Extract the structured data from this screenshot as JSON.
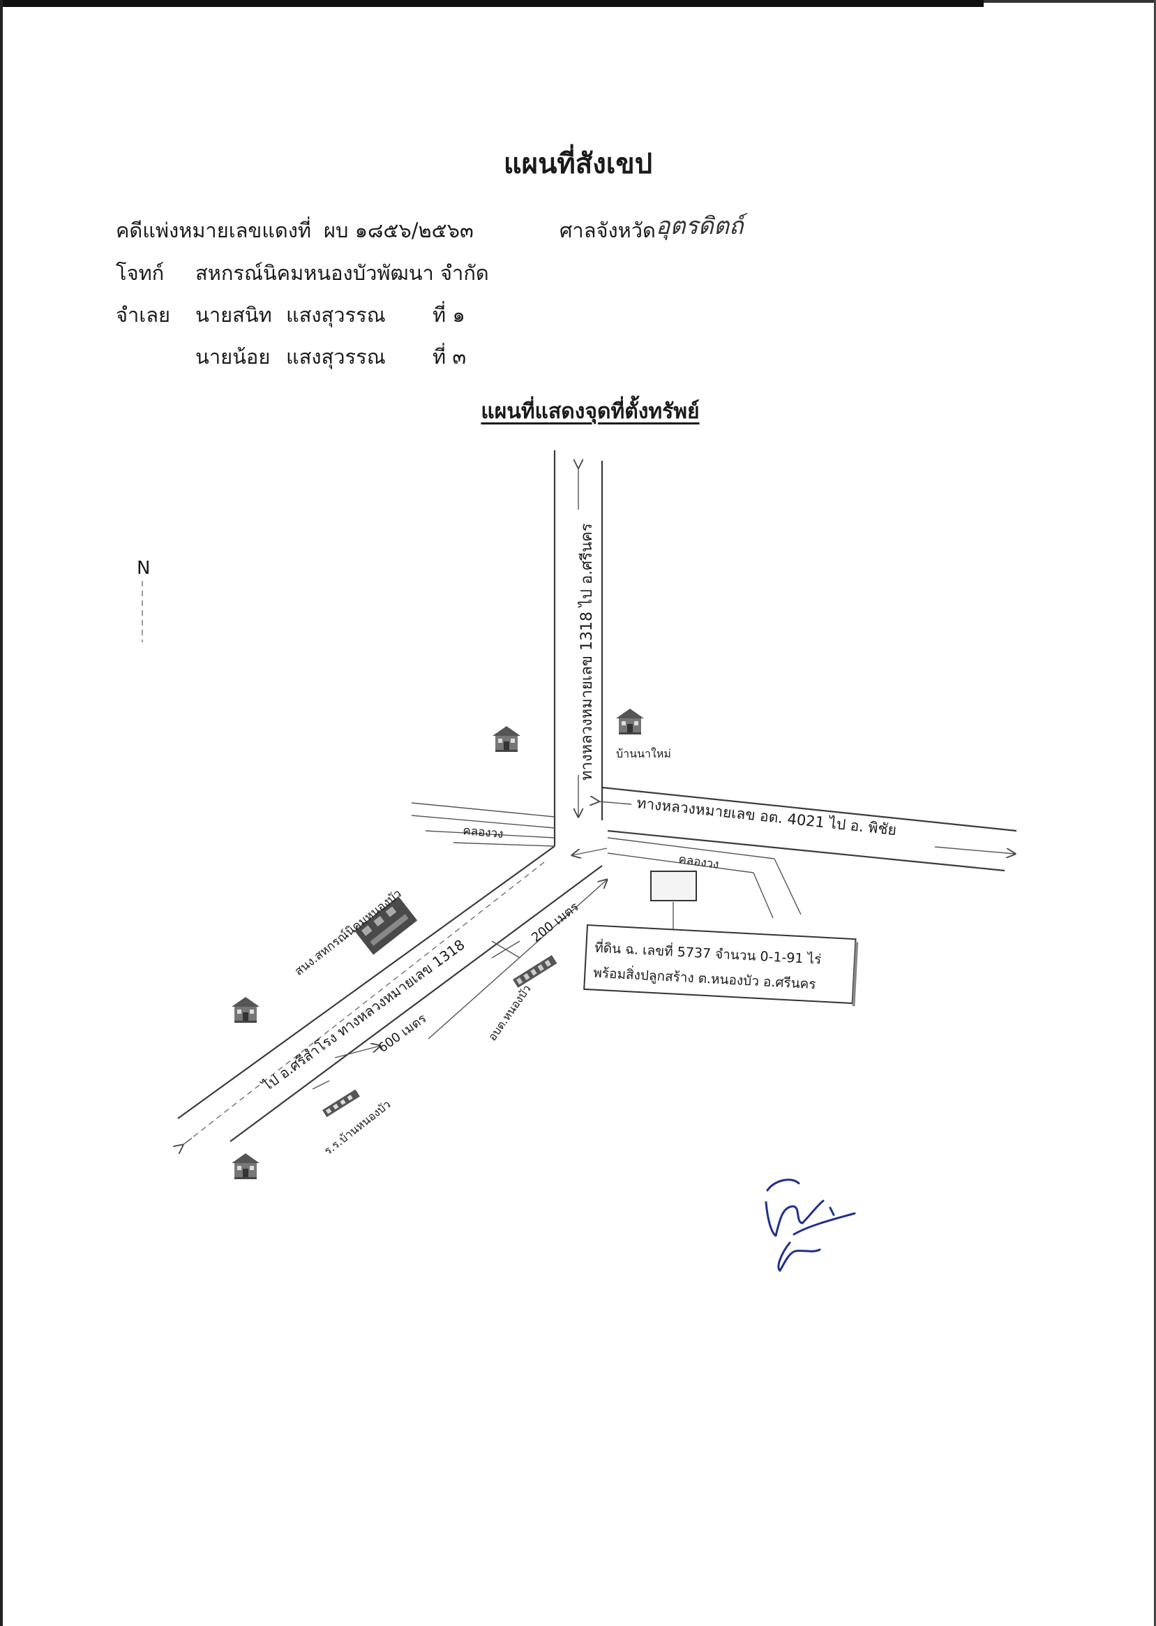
{
  "header": {
    "title": "แผนที่สังเขป",
    "case_label": "คดีแพ่งหมายเลขแดงที่",
    "case_number": "ผบ ๑๘๕๖/๒๕๖๓",
    "court_label": "ศาลจังหวัด",
    "court_name": "อุตรดิตถ์",
    "plaintiff_label": "โจทก์",
    "plaintiff_name": "สหกรณ์นิคมหนองบัวพัฒนา จำกัด",
    "defendant_label": "จำเลย",
    "defendants": [
      {
        "name": "นายสนิท",
        "surname": "แสงสุวรรณ",
        "order": "ที่ ๑"
      },
      {
        "name": "นายน้อย",
        "surname": "แสงสุวรรณ",
        "order": "ที่ ๓"
      }
    ]
  },
  "map": {
    "subtitle": "แผนที่แสดงจุดที่ตั้งทรัพย์",
    "north_label": "N",
    "road_north_label": "ทางหลวงหมายเลข  1318  ไป อ.ศรีนคร",
    "road_east_label": "ทางหลวงหมายเลข อต. 4021   ไป  อ. พิชัย",
    "road_sw_label": "ไป อ.ศรีสำโรง  ทางหลวงหมายเลข  1318",
    "village_label": "บ้านนาใหม่",
    "canal_label_west": "คลองวง",
    "canal_label_east": "คลองวง",
    "coop_office_label": "สนง.สหกรณ์นิคมหนองบัว",
    "distance_200": "200 เมตร",
    "distance_600": "600 เมตร",
    "tambon_office_label": "อบต.หนองบัว",
    "school_label": "ร.ร.บ้านหนองบัว",
    "property_line1": "ที่ดิน ฉ. เลขที่ 5737  จำนวน 0-1-91 ไร่",
    "property_line2": "พร้อมสิ่งปลูกสร้าง ต.หนองบัว อ.ศรีนคร"
  }
}
